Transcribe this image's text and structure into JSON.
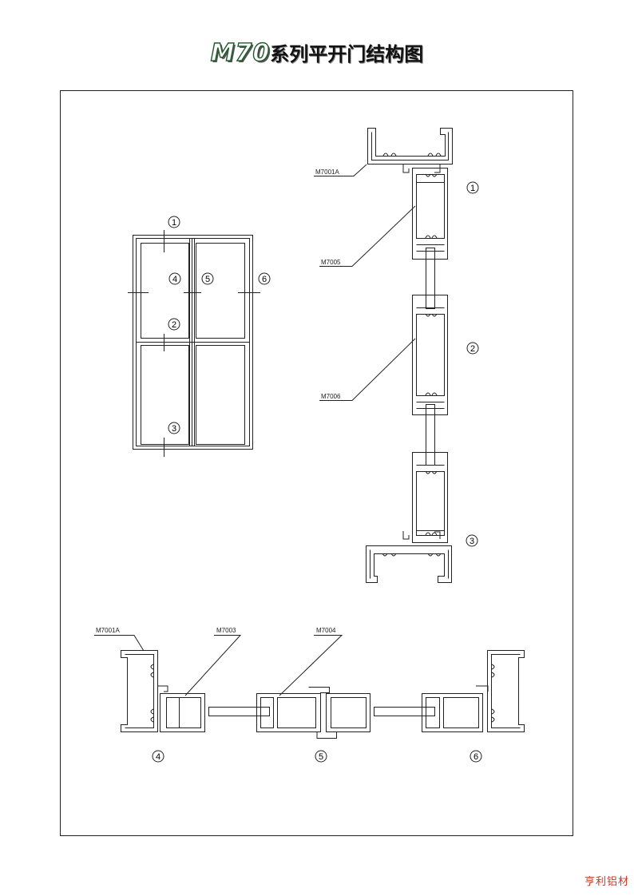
{
  "title": {
    "model": "M70",
    "text": "系列平开门结构图"
  },
  "elevation": {
    "markers": [
      "1",
      "4",
      "5",
      "6",
      "2",
      "3"
    ]
  },
  "vertical_section": {
    "markers": [
      "1",
      "2",
      "3"
    ],
    "labels": {
      "frame": "M7001A",
      "sash_top": "M7005",
      "sash_mid": "M7006"
    }
  },
  "horizontal_section": {
    "markers": [
      "4",
      "5",
      "6"
    ],
    "labels": {
      "frame": "M7001A",
      "sash_left": "M7003",
      "sash_center": "M7004"
    }
  },
  "watermark": "亨利铝材"
}
